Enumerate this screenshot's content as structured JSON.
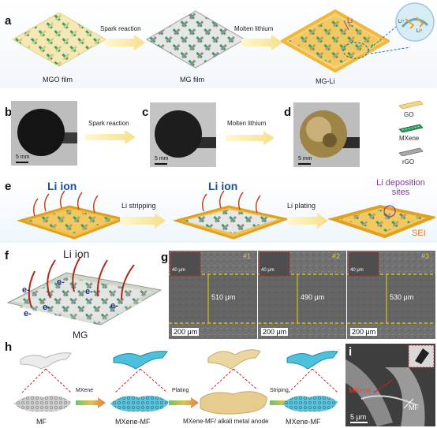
{
  "panels": {
    "a": {
      "label": "a",
      "film1": "MGO film",
      "arrow1": "Spark reaction",
      "film2": "MG film",
      "arrow2": "Molten lithium",
      "film3": "MG-Li",
      "li_tag": "Li",
      "zoom_li1": "Li⁺",
      "zoom_li2": "Li⁺"
    },
    "b": {
      "label": "b",
      "scale": "5 mm",
      "arrow": "Spark reaction"
    },
    "c": {
      "label": "c",
      "scale": "5 mm",
      "arrow": "Molten lithium"
    },
    "d": {
      "label": "d",
      "scale": "5 mm"
    },
    "legend": {
      "go": "GO",
      "mxene": "MXene",
      "rgo": "rGO"
    },
    "e": {
      "label": "e",
      "li_ion_1": "Li ion",
      "arrow1": "Li stripping",
      "li_ion_2": "Li ion",
      "arrow2": "Li plating",
      "deposition": "Li deposition sites",
      "sei": "SEI"
    },
    "f": {
      "label": "f",
      "li_ion": "Li ion",
      "electron": "e-",
      "mg": "MG"
    },
    "g": {
      "label": "g",
      "tags": [
        "#1",
        "#2",
        "#3"
      ],
      "inset_scale": "40 μm",
      "thickness": [
        "510 μm",
        "490 μm",
        "530 μm"
      ],
      "scale": "200 μm"
    },
    "h": {
      "label": "h",
      "mf": "MF",
      "arrow1": "MXene",
      "mxene_mf_1": "MXene-MF",
      "arrow2": "Plating",
      "anode": "MXene-MF/ alkali metal anode",
      "arrow3": "Striping",
      "mxene_mf_2": "MXene-MF"
    },
    "i": {
      "label": "i",
      "mxene": "MXene",
      "mf": "MF",
      "scale": "5 μm"
    }
  },
  "colors": {
    "gold": "#e8b84a",
    "teal": "#2aa7c9",
    "green": "#2f9a5a",
    "purple": "#8a3aa0",
    "orange": "#e07a1f",
    "blue_text": "#1f4e9c",
    "yellow_dash": "#f0d000",
    "red_dash": "#d02020"
  }
}
